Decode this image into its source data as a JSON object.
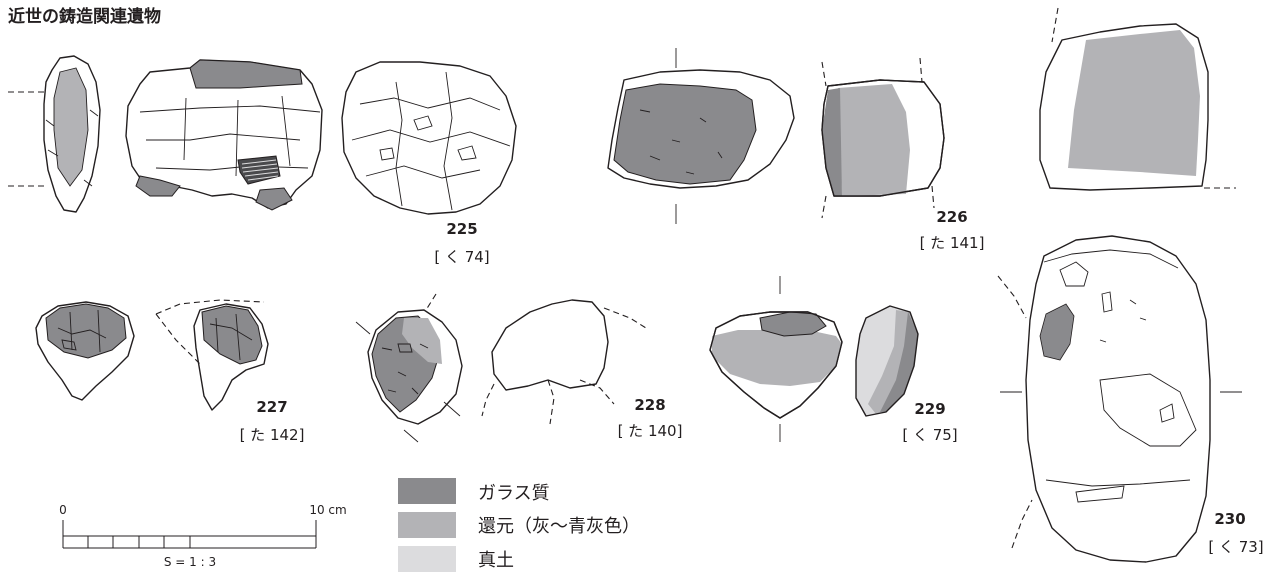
{
  "title": "近世の鋳造関連遺物",
  "colors": {
    "glass": "#8a8a8d",
    "reduced": "#b3b3b6",
    "clay": "#dcdcde",
    "line": "#231f20"
  },
  "artifacts": [
    {
      "id": "225",
      "ref": "[ く 74]"
    },
    {
      "id": "226",
      "ref": "[ た 141]"
    },
    {
      "id": "227",
      "ref": "[ た 142]"
    },
    {
      "id": "228",
      "ref": "[ た 140]"
    },
    {
      "id": "229",
      "ref": "[ く 75]"
    },
    {
      "id": "230",
      "ref": "[ く 73]"
    }
  ],
  "legend": [
    {
      "label": "ガラス質",
      "color": "#8a8a8d"
    },
    {
      "label": "還元（灰〜青灰色）",
      "color": "#b3b3b6"
    },
    {
      "label": "真土",
      "color": "#dcdcde"
    }
  ],
  "scale": {
    "start": "0",
    "end": "10 cm",
    "ratio": "S = 1 : 3"
  }
}
